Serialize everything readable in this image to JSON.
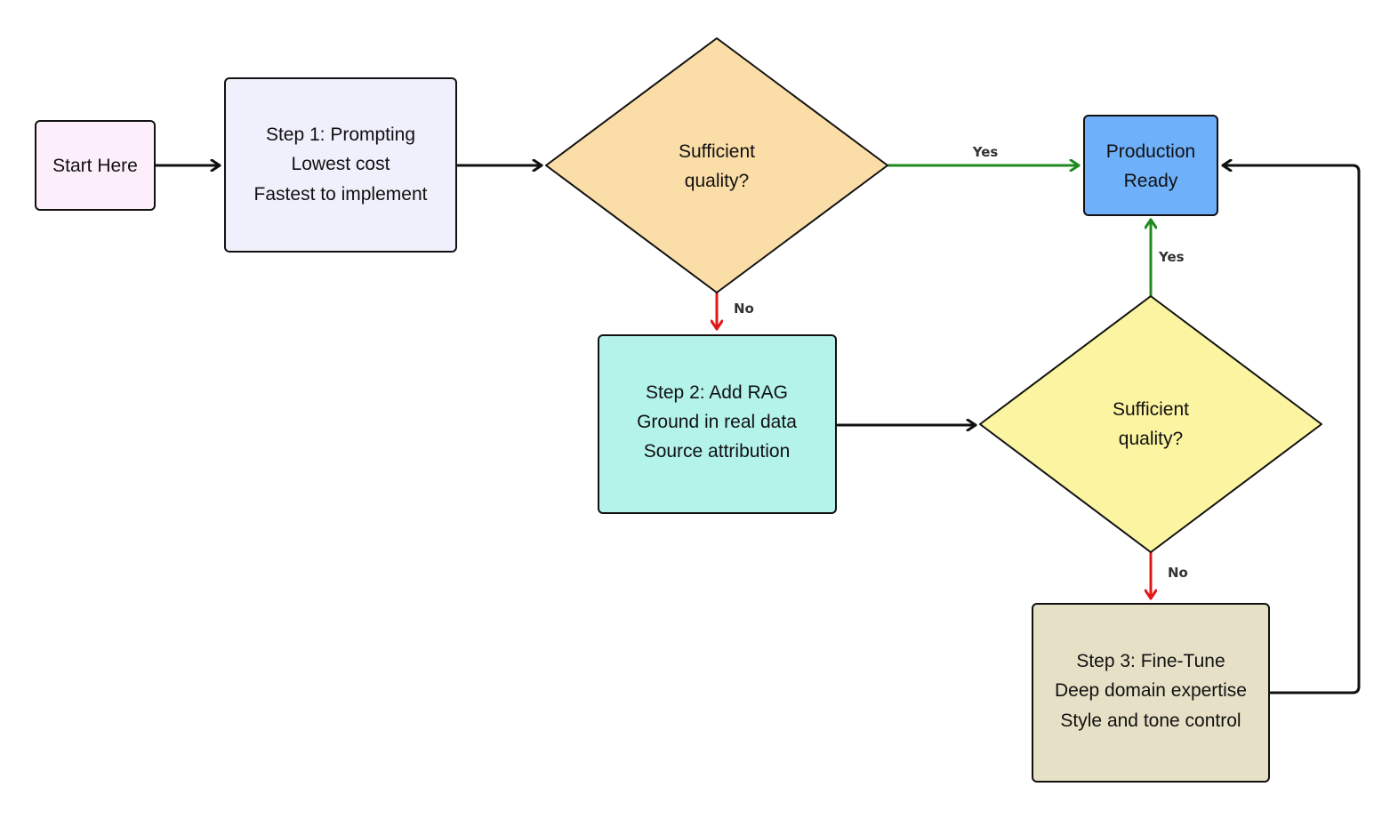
{
  "nodes": {
    "start": {
      "lines": [
        "Start Here"
      ],
      "fill": "#fdeefc"
    },
    "step1": {
      "lines": [
        "Step 1: Prompting",
        "Lowest cost",
        "Fastest to implement"
      ],
      "fill": "#f0f0fd"
    },
    "decision1": {
      "lines": [
        "Sufficient",
        "quality?"
      ],
      "fill": "#fbdda7"
    },
    "production": {
      "lines": [
        "Production",
        "Ready"
      ],
      "fill": "#6eb0fa"
    },
    "step2": {
      "lines": [
        "Step 2: Add RAG",
        "Ground in real data",
        "Source attribution"
      ],
      "fill": "#b3f3ea"
    },
    "decision2": {
      "lines": [
        "Sufficient",
        "quality?"
      ],
      "fill": "#fbf4a1"
    },
    "step3": {
      "lines": [
        "Step 3: Fine-Tune",
        "Deep domain expertise",
        "Style and tone control"
      ],
      "fill": "#e6e0c6"
    }
  },
  "edges": {
    "d1_yes": "Yes",
    "d1_no": "No",
    "d2_yes": "Yes",
    "d2_no": "No"
  },
  "colors": {
    "default_edge": "#111111",
    "yes_edge": "#1f8a1f",
    "no_edge": "#e01818"
  }
}
